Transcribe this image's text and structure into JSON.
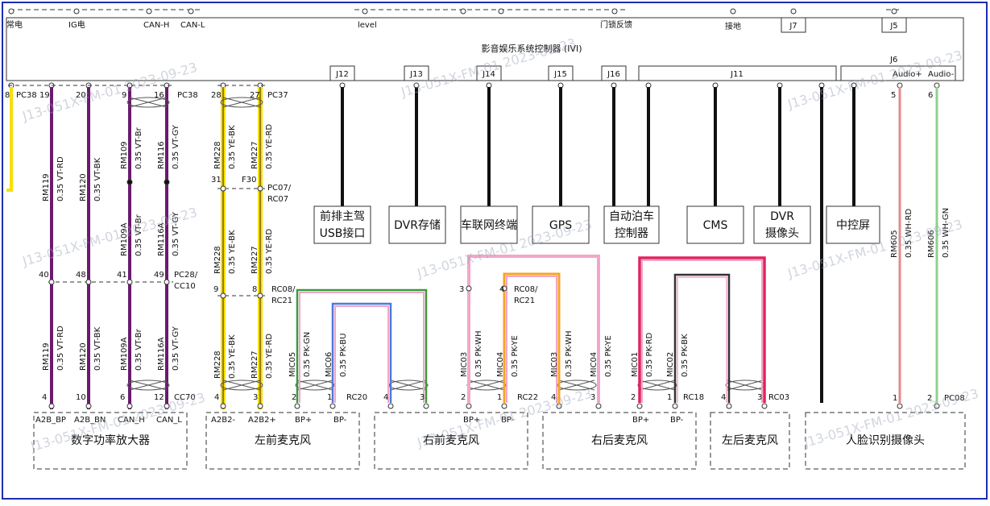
{
  "ivi_label": "影音娱乐系统控制器 (IVI)",
  "top_pins": [
    "常电",
    "IG电",
    "CAN-H",
    "CAN-L",
    "level",
    "门锁反馈",
    "接地"
  ],
  "top_connectors": [
    "J7",
    "J5"
  ],
  "connectors": [
    "J12",
    "J13",
    "J14",
    "J15",
    "J16",
    "J11",
    "J6"
  ],
  "j6_pins": [
    "Audio+",
    "Audio-"
  ],
  "connector_codes": [
    "PC38",
    "PC38",
    "PC37",
    "PC07/",
    "RC07",
    "PC28/",
    "CC10",
    "RC08/",
    "RC21",
    "RC08/",
    "RC21",
    "CC70",
    "RC20",
    "RC22",
    "RC18",
    "RC03",
    "PC08",
    "F30"
  ],
  "pin_numbers": [
    "8",
    "19",
    "20",
    "9",
    "16",
    "28",
    "27",
    "31",
    "40",
    "48",
    "41",
    "49",
    "9",
    "8",
    "3",
    "4",
    "4",
    "10",
    "6",
    "12",
    "4",
    "3",
    "2",
    "1",
    "4",
    "3",
    "2",
    "1",
    "4",
    "3",
    "2",
    "1",
    "4",
    "3",
    "5",
    "6",
    "1",
    "2"
  ],
  "wires": [
    {
      "id": "RM119",
      "spec": "0.35 VT-RD"
    },
    {
      "id": "RM120",
      "spec": "0.35 VT-BK"
    },
    {
      "id": "RM109",
      "spec": "0.35 VT-Br"
    },
    {
      "id": "RM116",
      "spec": "0.35 VT-GY"
    },
    {
      "id": "RM109A",
      "spec": "0.35 VT-Br"
    },
    {
      "id": "RM116A",
      "spec": "0.35 VT-GY"
    },
    {
      "id": "RM228",
      "spec": "0.35 YE-BK"
    },
    {
      "id": "RM227",
      "spec": "0.35 YE-RD"
    },
    {
      "id": "MIC05",
      "spec": "0.35 PK-GN"
    },
    {
      "id": "MIC06",
      "spec": "0.35 PK-BU"
    },
    {
      "id": "MIC03",
      "spec": "0.35 PK-WH"
    },
    {
      "id": "MIC04",
      "spec": "0.35 PK-YE"
    },
    {
      "id": "MIC01",
      "spec": "0.35 PK-RD"
    },
    {
      "id": "MIC02",
      "spec": "0.35 PK-BK"
    },
    {
      "id": "RM605",
      "spec": "0.35 WH-RD"
    },
    {
      "id": "RM606",
      "spec": "0.35 WH-GN"
    }
  ],
  "pin_labels": [
    "A2B_BP",
    "A2B_BN",
    "CAN_H",
    "CAN_L",
    "A2B2-",
    "A2B2+",
    "BP+",
    "BP-",
    "BP+",
    "BP-",
    "BP+",
    "BP-"
  ],
  "upper_devices": [
    "前排主驾",
    "USB接口",
    "DVR存储",
    "车联网终端",
    "GPS",
    "自动泊车",
    "控制器",
    "CMS",
    "DVR",
    "摄像头",
    "中控屏"
  ],
  "lower_devices": [
    "数字功率放大器",
    "左前麦克风",
    "右前麦克风",
    "右后麦克风",
    "左后麦克风",
    "人脸识别摄像头"
  ],
  "watermark": "J13-051X-FM-01 2023-09-23",
  "colors": {
    "violet": "#6a1b6f",
    "yellow": "#f5e000",
    "black": "#111111",
    "pink": "#f3a6c8",
    "green": "#3a9a3a",
    "blue": "#4a7ad8",
    "orange": "#f5a623",
    "red": "#e0245e",
    "frame": "#1a2fb0"
  }
}
